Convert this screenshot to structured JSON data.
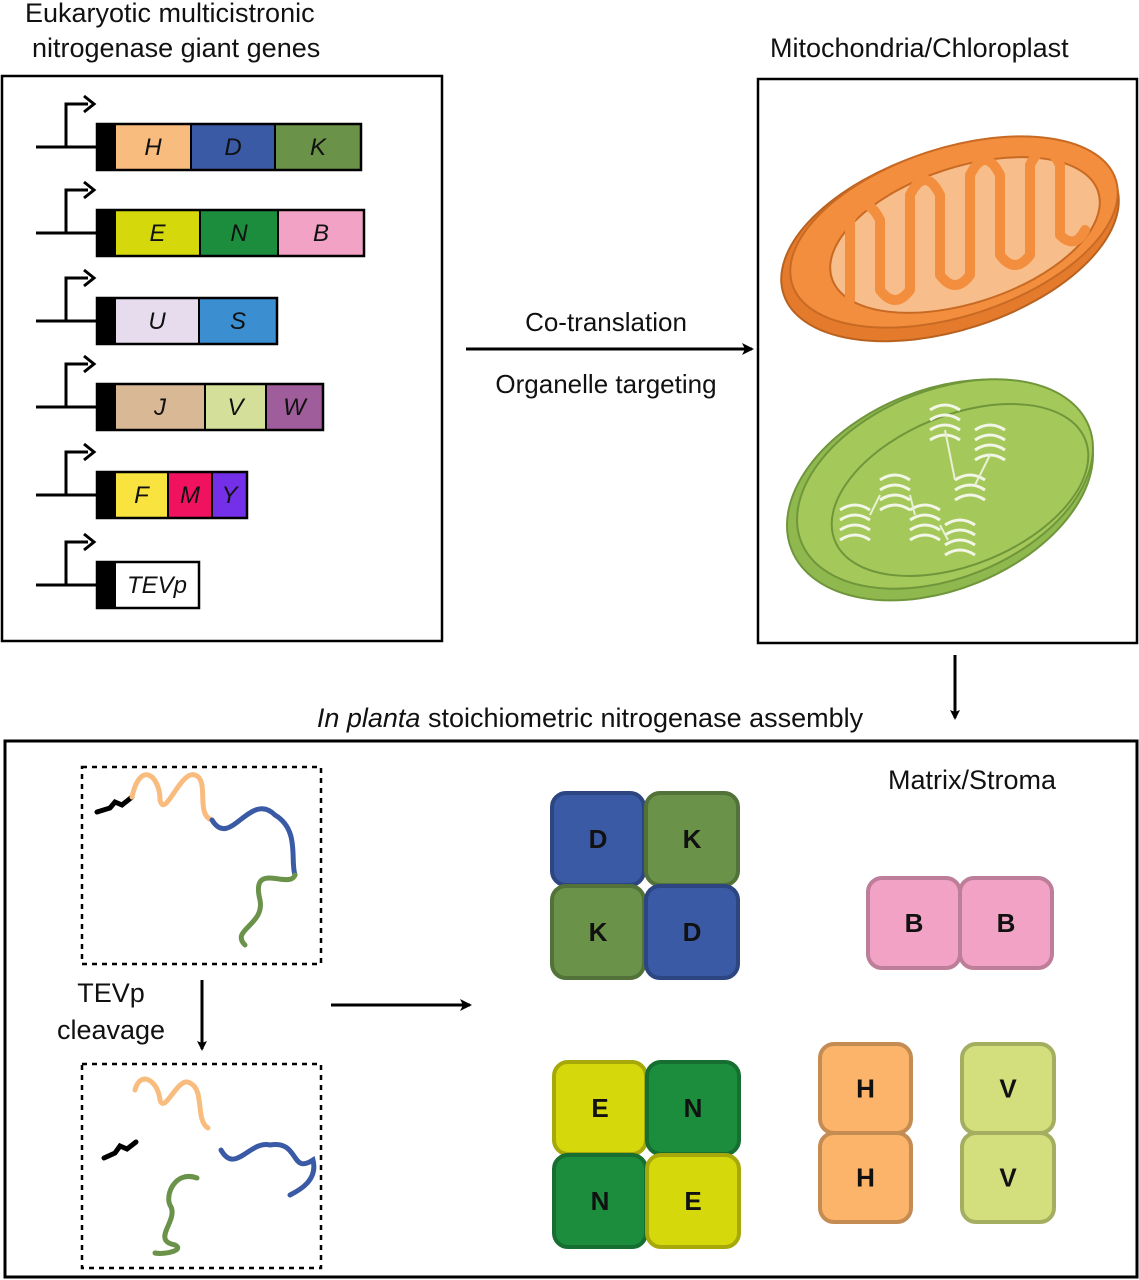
{
  "genes_title_line1": "Eukaryotic multicistronic",
  "genes_title_line2": "nitrogenase giant genes",
  "organelle_title": "Mitochondria/Chloroplast",
  "arrow_label_top": "Co-translation",
  "arrow_label_bottom": "Organelle targeting",
  "assembly_title_italic": "In planta",
  "assembly_title_rest": " stoichiometric nitrogenase assembly",
  "matrix_label": "Matrix/Stroma",
  "cleavage_line1": "TEVp",
  "cleavage_line2": "cleavage",
  "cassettes": [
    {
      "segments": [
        {
          "label": "H",
          "color": "#f9bc7f"
        },
        {
          "label": "D",
          "color": "#3a5aa6"
        },
        {
          "label": "K",
          "color": "#6a9249"
        }
      ]
    },
    {
      "segments": [
        {
          "label": "E",
          "color": "#d5d90c"
        },
        {
          "label": "N",
          "color": "#1c8d3d"
        },
        {
          "label": "B",
          "color": "#f2a2c4"
        }
      ]
    },
    {
      "segments": [
        {
          "label": "U",
          "color": "#e6dcee"
        },
        {
          "label": "S",
          "color": "#3b8fd1"
        }
      ]
    },
    {
      "segments": [
        {
          "label": "J",
          "color": "#d9b896"
        },
        {
          "label": "V",
          "color": "#d4e09a"
        },
        {
          "label": "W",
          "color": "#a05d9c"
        }
      ]
    },
    {
      "segments": [
        {
          "label": "F",
          "color": "#f9e43f"
        },
        {
          "label": "M",
          "color": "#f0125f"
        },
        {
          "label": "Y",
          "color": "#7430e8"
        }
      ]
    },
    {
      "segments": [
        {
          "label": "TEVp",
          "color": "#ffffff"
        }
      ]
    }
  ],
  "complexes": {
    "dk": [
      "D",
      "K",
      "K",
      "D"
    ],
    "bb": [
      "B",
      "B"
    ],
    "en": [
      "E",
      "N",
      "N",
      "E"
    ],
    "hh": [
      "H",
      "H"
    ],
    "vv": [
      "V",
      "V"
    ]
  },
  "colors": {
    "mito_outer": "#f28e3d",
    "mito_inner": "#f7be8c",
    "chloro_outer": "#a5c85a",
    "chloro_inner": "#8ab54c",
    "subunit_D": "#3a5aa6",
    "subunit_K": "#6a9249",
    "subunit_B": "#f2a2c4",
    "subunit_E": "#d5d90c",
    "subunit_N": "#1c8d3d",
    "subunit_H": "#fbb46a",
    "subunit_V": "#d2df7c"
  }
}
